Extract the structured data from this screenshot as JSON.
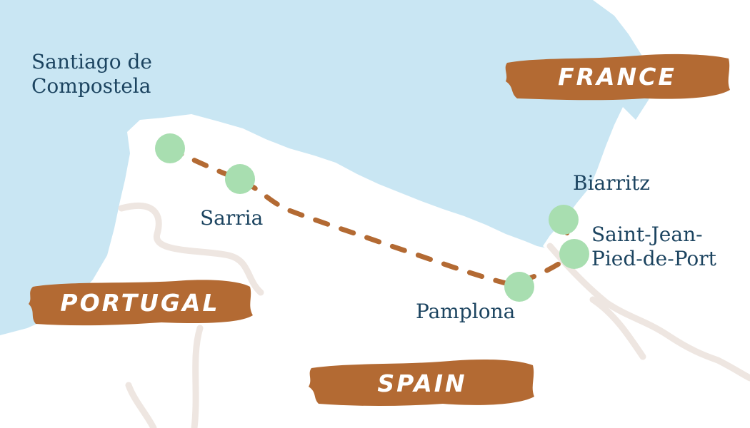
{
  "map": {
    "colors": {
      "sea": "#c9e6f3",
      "land": "#ffffff",
      "road": "#eee6e1",
      "route": "#b36a33",
      "stop": "#a8deb0",
      "place_text": "#1c4460",
      "banner": "#b36a33",
      "banner_text": "#ffffff"
    },
    "countries": [
      {
        "id": "france",
        "label": "FRANCE"
      },
      {
        "id": "portugal",
        "label": "PORTUGAL"
      },
      {
        "id": "spain",
        "label": "SPAIN"
      }
    ],
    "places": [
      {
        "id": "santiago",
        "label": "Santiago de\nCompostela"
      },
      {
        "id": "sarria",
        "label": "Sarria"
      },
      {
        "id": "pamplona",
        "label": "Pamplona"
      },
      {
        "id": "biarritz",
        "label": "Biarritz"
      },
      {
        "id": "saint-jean",
        "label": "Saint-Jean-\nPied-de-Port"
      }
    ],
    "route": {
      "stops": [
        "santiago",
        "sarria",
        "pamplona",
        "saint-jean",
        "biarritz"
      ]
    }
  }
}
